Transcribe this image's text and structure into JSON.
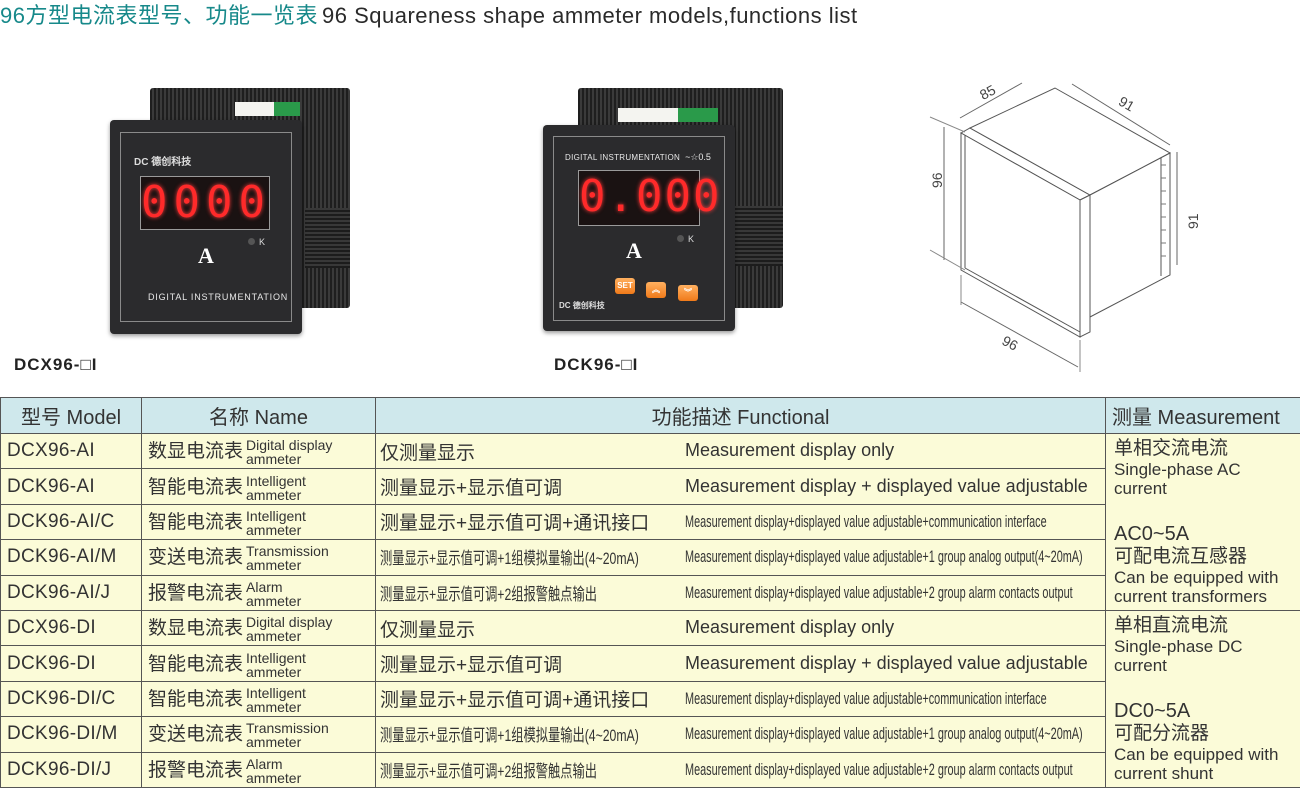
{
  "title": {
    "zh": "96方型电流表型号、功能一览表",
    "en": "96 Squareness shape ammeter models,functions list"
  },
  "products": [
    {
      "label": "DCX96-□I",
      "display": "0000",
      "unit": "A",
      "indicator": "K",
      "panel_text": "DIGITAL INSTRUMENTATION",
      "brand": "DC 德创科技"
    },
    {
      "label": "DCK96-□I",
      "display": "0.000",
      "unit": "A",
      "indicator": "K",
      "panel_text": "DIGITAL INSTRUMENTATION",
      "accuracy": "~☆0.5",
      "brand": "DC 德创科技",
      "buttons": [
        "SET",
        "︽",
        "︾"
      ]
    }
  ],
  "dimensions": {
    "depth": "85",
    "side": "91",
    "height": "96",
    "rear_height": "91",
    "width": "96"
  },
  "table": {
    "headers": [
      "型号 Model",
      "名称 Name",
      "功能描述 Functional",
      "测量 Measurement"
    ],
    "rows": [
      {
        "model": "DCX96-AI",
        "name_zh": "数显电流表",
        "name_en1": "Digital display",
        "name_en2": "ammeter",
        "func_zh": "仅测量显示",
        "func_en": "Measurement display only"
      },
      {
        "model": "DCK96-AI",
        "name_zh": "智能电流表",
        "name_en1": "Intelligent",
        "name_en2": "ammeter",
        "func_zh": "测量显示+显示值可调",
        "func_en": "Measurement display + displayed value adjustable"
      },
      {
        "model": "DCK96-AI/C",
        "name_zh": "智能电流表",
        "name_en1": "Intelligent",
        "name_en2": "ammeter",
        "func_zh": "测量显示+显示值可调+通讯接口",
        "func_en": "Measurement display+displayed value adjustable+communication interface"
      },
      {
        "model": "DCK96-AI/M",
        "name_zh": "变送电流表",
        "name_en1": "Transmission",
        "name_en2": "ammeter",
        "func_zh": "测量显示+显示值可调+1组模拟量输出(4~20mA)",
        "func_en": "Measurement display+displayed value adjustable+1 group analog output(4~20mA)"
      },
      {
        "model": "DCK96-AI/J",
        "name_zh": "报警电流表",
        "name_en1": "Alarm",
        "name_en2": "ammeter",
        "func_zh": "测量显示+显示值可调+2组报警触点输出",
        "func_en": "Measurement display+displayed value adjustable+2 group alarm contacts output"
      },
      {
        "model": "DCX96-DI",
        "name_zh": "数显电流表",
        "name_en1": "Digital display",
        "name_en2": "ammeter",
        "func_zh": "仅测量显示",
        "func_en": "Measurement display only"
      },
      {
        "model": "DCK96-DI",
        "name_zh": "智能电流表",
        "name_en1": "Intelligent",
        "name_en2": "ammeter",
        "func_zh": "测量显示+显示值可调",
        "func_en": "Measurement display + displayed value adjustable"
      },
      {
        "model": "DCK96-DI/C",
        "name_zh": "智能电流表",
        "name_en1": "Intelligent",
        "name_en2": "ammeter",
        "func_zh": "测量显示+显示值可调+通讯接口",
        "func_en": "Measurement display+displayed value adjustable+communication interface"
      },
      {
        "model": "DCK96-DI/M",
        "name_zh": "变送电流表",
        "name_en1": "Transmission",
        "name_en2": "ammeter",
        "func_zh": "测量显示+显示值可调+1组模拟量输出(4~20mA)",
        "func_en": "Measurement display+displayed value adjustable+1 group analog output(4~20mA)"
      },
      {
        "model": "DCK96-DI/J",
        "name_zh": "报警电流表",
        "name_en1": "Alarm",
        "name_en2": "ammeter",
        "func_zh": "测量显示+显示值可调+2组报警触点输出",
        "func_en": "Measurement display+displayed value adjustable+2 group alarm contacts output"
      }
    ],
    "measurement": [
      {
        "zh": "单相交流电流",
        "en": "Single-phase AC current",
        "range": "AC0~5A",
        "acc_zh": "可配电流互感器",
        "acc_en": "Can be equipped with current transformers"
      },
      {
        "zh": "单相直流电流",
        "en": "Single-phase DC current",
        "range": "DC0~5A",
        "acc_zh": "可配分流器",
        "acc_en": "Can be equipped with current shunt"
      }
    ]
  }
}
